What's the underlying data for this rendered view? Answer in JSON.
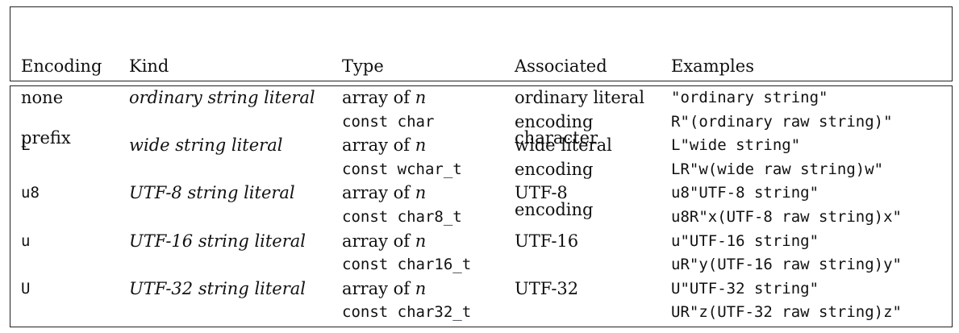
{
  "header": {
    "col1": [
      "Encoding",
      "prefix"
    ],
    "col2": [
      "Kind"
    ],
    "col3": [
      "Type"
    ],
    "col4": [
      "Associated",
      "character",
      "encoding"
    ],
    "col5": [
      "Examples"
    ]
  },
  "rows": [
    {
      "prefix": "none",
      "kind": "ordinary string literal",
      "type_prefix": "array of ",
      "type_n": "n",
      "type_code": "const char",
      "encoding": [
        "ordinary literal",
        "encoding"
      ],
      "examples": [
        "\"ordinary string\"",
        "R\"(ordinary raw string)\""
      ]
    },
    {
      "prefix": "L",
      "kind": "wide string literal",
      "type_prefix": "array of ",
      "type_n": "n",
      "type_code": "const wchar_t",
      "encoding": [
        "wide literal",
        "encoding"
      ],
      "examples": [
        "L\"wide string\"",
        "LR\"w(wide raw string)w\""
      ]
    },
    {
      "prefix": "u8",
      "kind": "UTF-8 string literal",
      "type_prefix": "array of ",
      "type_n": "n",
      "type_code": "const char8_t",
      "encoding": [
        "UTF-8",
        ""
      ],
      "examples": [
        "u8\"UTF-8 string\"",
        "u8R\"x(UTF-8 raw string)x\""
      ]
    },
    {
      "prefix": "u",
      "kind": "UTF-16 string literal",
      "type_prefix": "array of ",
      "type_n": "n",
      "type_code": "const char16_t",
      "encoding": [
        "UTF-16",
        ""
      ],
      "examples": [
        "u\"UTF-16 string\"",
        "uR\"y(UTF-16 raw string)y\""
      ]
    },
    {
      "prefix": "U",
      "kind": "UTF-32 string literal",
      "type_prefix": "array of ",
      "type_n": "n",
      "type_code": "const char32_t",
      "encoding": [
        "UTF-32",
        ""
      ],
      "examples": [
        "U\"UTF-32 string\"",
        "UR\"z(UTF-32 raw string)z\""
      ]
    }
  ]
}
